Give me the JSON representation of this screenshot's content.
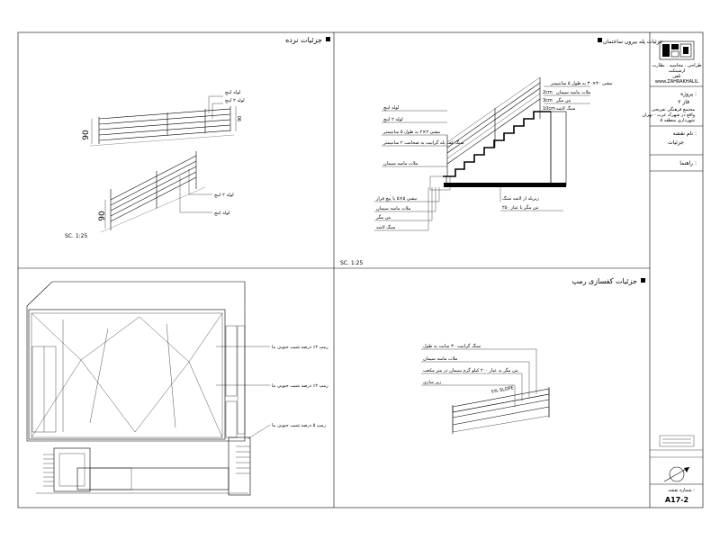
{
  "panels": {
    "railing": {
      "title": "جزئیات نرده",
      "scale": "SC. 1:25",
      "dim_upper": "90",
      "dim_lower": "90",
      "labels": [
        "لوله اینچ",
        "لوله ۲ اینچ",
        "لوله ۲ اینچ",
        "لوله اینچ"
      ]
    },
    "stair": {
      "title": "جزئیات پله بیرون ساختمان",
      "scale": "SC. 1:25",
      "labels_left": [
        "لوله اینچ",
        "لوله ۲ اینچ",
        "نبشی ۲×۲ به طول ۵ سانتیمتر",
        "سنگ کف پله گرانیت به ضخامت ۲ سانتیمتر",
        "ملات ماسه سیمان"
      ],
      "labels_top": [
        "نبشی ۳۰×۳۰ به طول ۵ سانتیمتر",
        "ملات ماسه سیمان",
        "بتن مگر",
        "سنگ لاشه"
      ],
      "labels_bottom": [
        "نبشی ۵×۵ با پیچ فرار",
        "ملات ماسه سیمان",
        "بتن مگر",
        "سنگ لاشه"
      ],
      "labels_right": [
        "زیرپله از لاشه سنگ",
        "بتن مگر با عیار ۲۵۰"
      ],
      "tread_dims": [
        "2cm",
        "3cm",
        "10cm"
      ]
    },
    "plan": {
      "labels": [
        "رمپ ۲٪ درصد شیب جنوبی بنا",
        "رمپ ۲٪ درصد شیب جنوبی بنا",
        "رمپ ۵ درصد شیب جنوبی بنا"
      ]
    },
    "ramp": {
      "title": "جزئیات کفسازی رمپ",
      "labels": [
        "سنگ گرانیت ۳۰ سانت به طول",
        "ملات ماسه سیمان",
        "بتن مگر به عیار ۲۰۰ کیلو گرم سیمان در متر مکعب",
        "زیر سازی"
      ],
      "slope": "5% SLOPE"
    }
  },
  "title_block": {
    "company_lines": [
      "طراحی . محاسبه . نظارت",
      "ارشیتکت",
      "تلفن"
    ],
    "company_id": "www.ZAHRAKHALIL",
    "project_label": "پروژه :",
    "project_phase": "فاز ۲",
    "project_desc": [
      "مجتمع فرهنگی تفریحی",
      "واقع در شهرک غرب - تهران",
      "شهرداری منطقه ۵"
    ],
    "sheet_name_label": "نام نقشه :",
    "sheet_name_value": "جزئیات",
    "guide_label": "راهنما :",
    "sheet_number_label": "شماره نقشه :",
    "sheet_number": "A17-2"
  }
}
